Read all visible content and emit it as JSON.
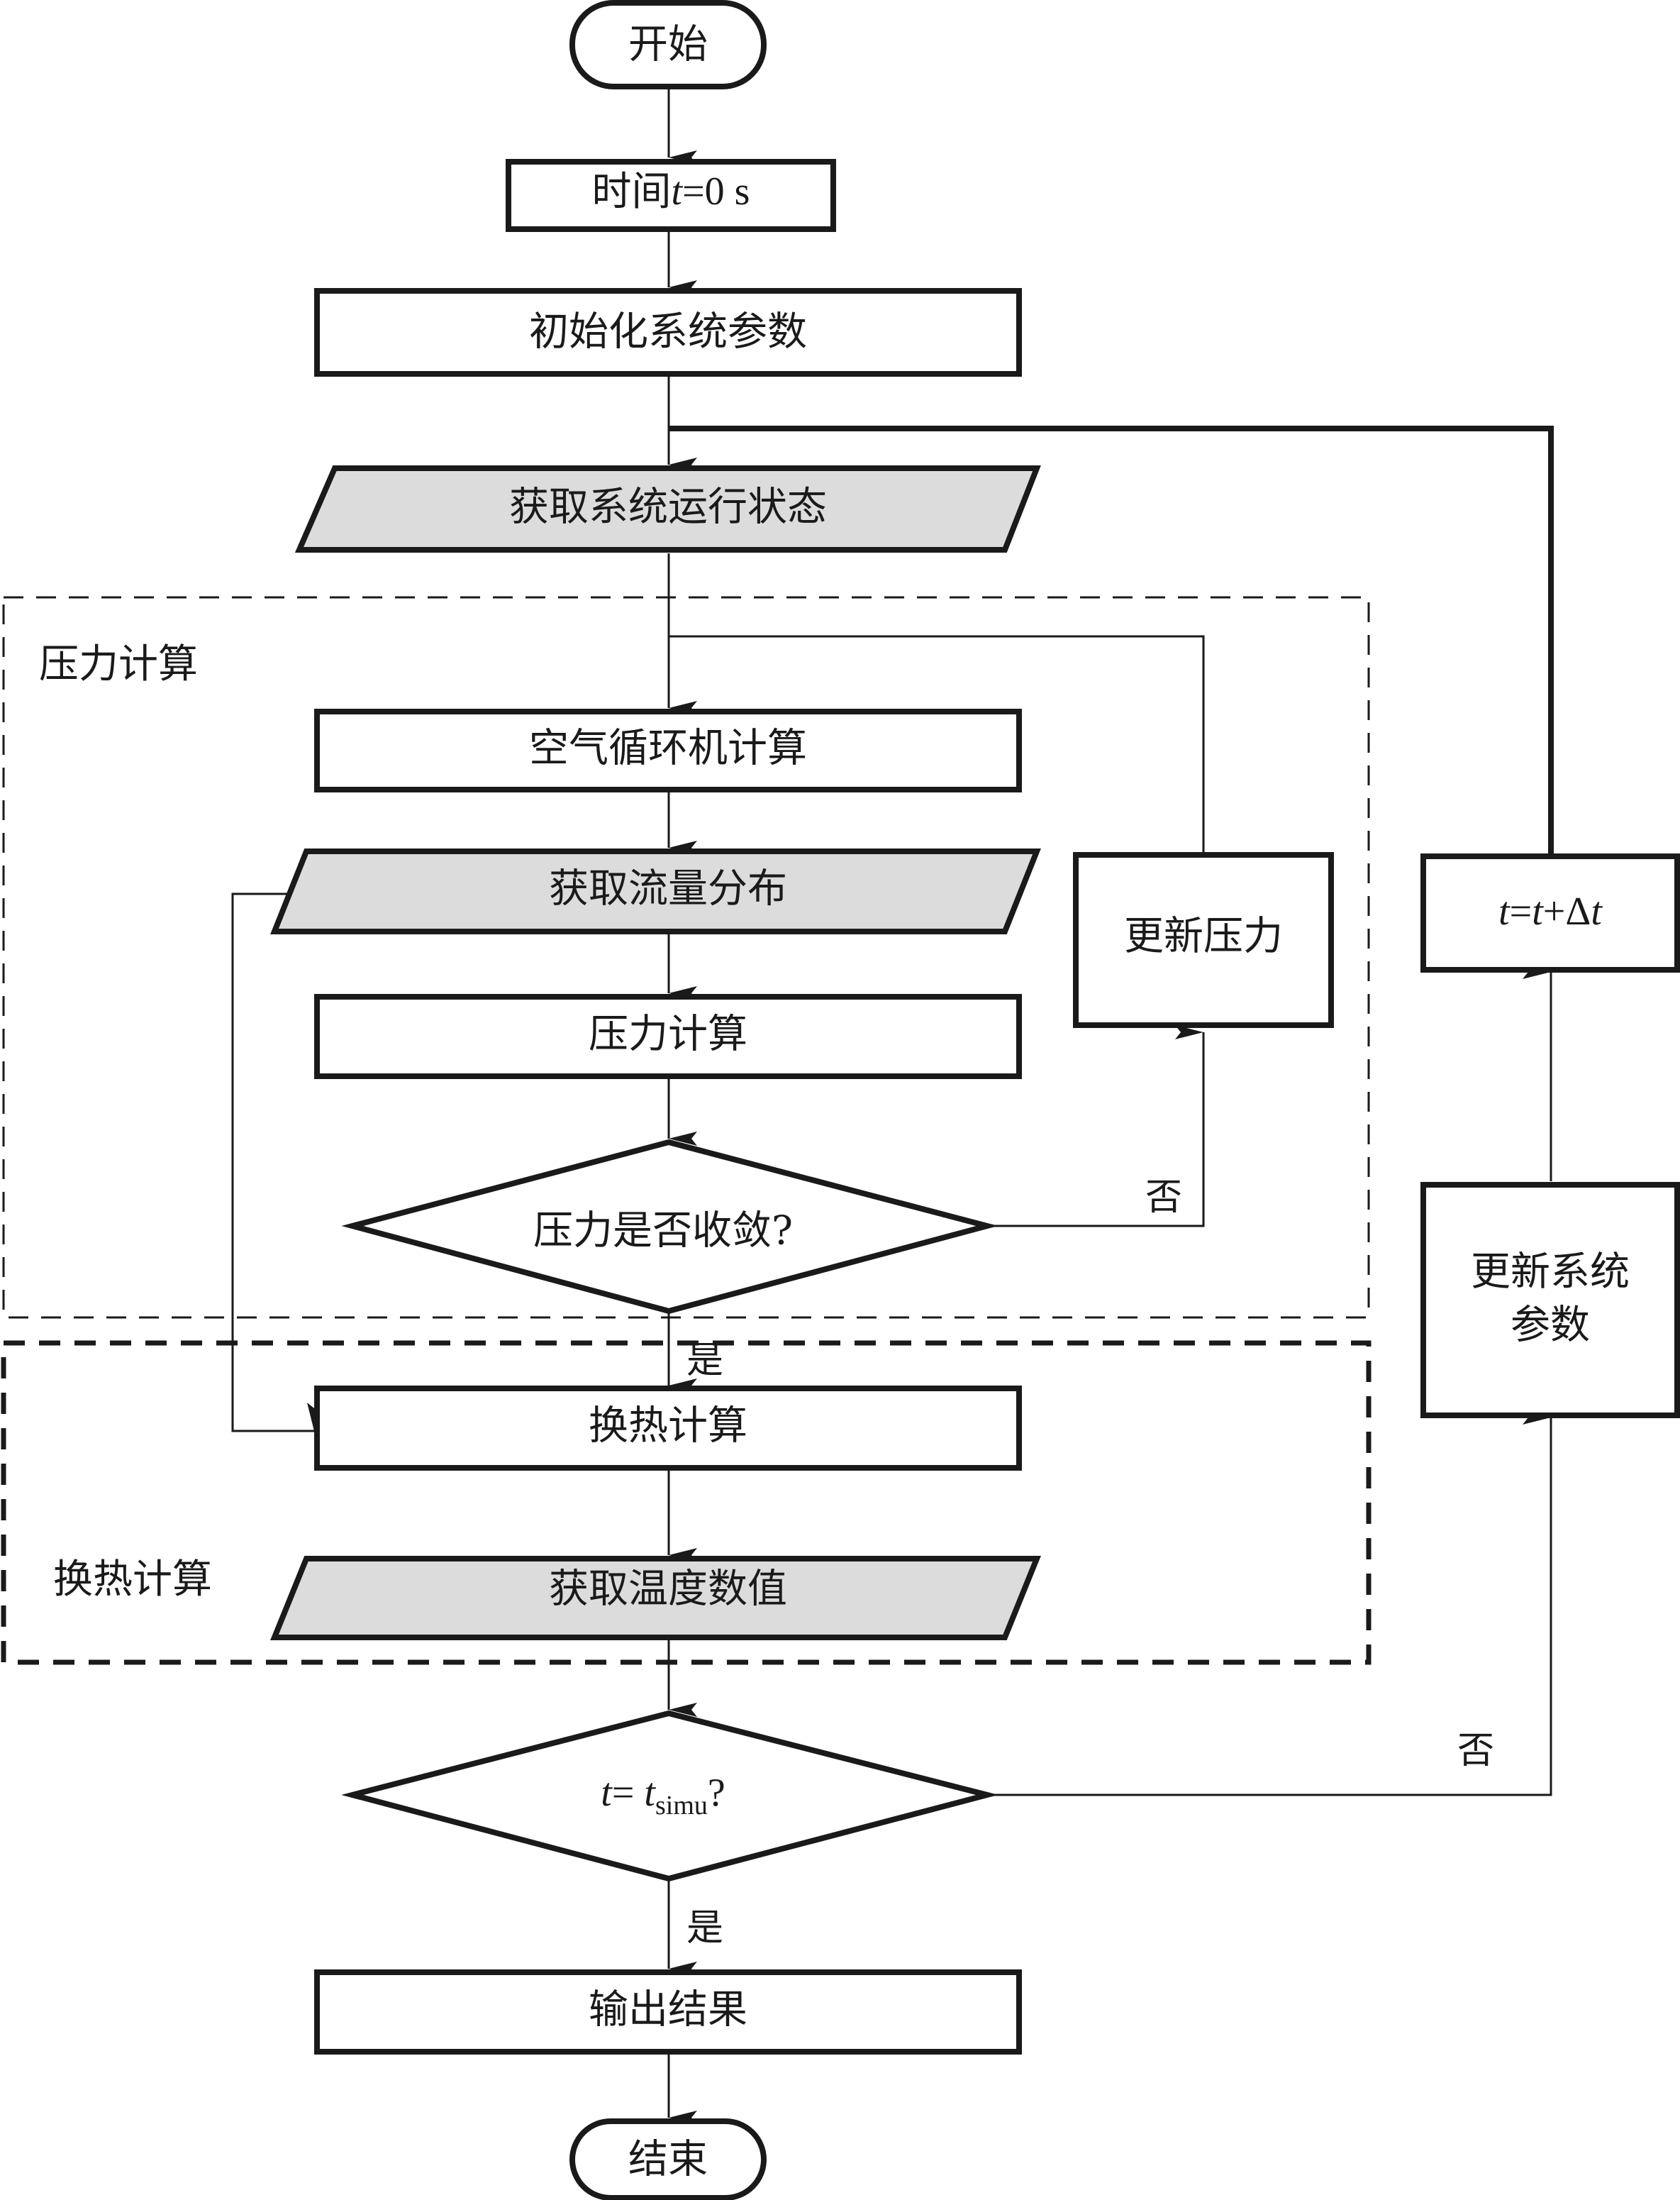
{
  "diagram": {
    "type": "flowchart",
    "nodes": {
      "start": {
        "shape": "terminator",
        "label": "开始"
      },
      "time_init": {
        "shape": "process",
        "label_prefix": "时间",
        "label_var": "t",
        "label_suffix": "=0 s"
      },
      "init_params": {
        "shape": "process",
        "label": "初始化系统参数"
      },
      "get_state": {
        "shape": "io",
        "label": "获取系统运行状态"
      },
      "acm_calc": {
        "shape": "process",
        "label": "空气循环机计算"
      },
      "get_flow": {
        "shape": "io",
        "label": "获取流量分布"
      },
      "pressure_calc": {
        "shape": "process",
        "label": "压力计算"
      },
      "pressure_converge": {
        "shape": "decision",
        "label": "压力是否收敛?"
      },
      "update_pressure": {
        "shape": "process",
        "label": "更新压力"
      },
      "heat_calc": {
        "shape": "process",
        "label": "换热计算"
      },
      "get_temp": {
        "shape": "io",
        "label": "获取温度数值"
      },
      "time_check": {
        "shape": "decision",
        "label_var": "t",
        "label_eq": "= ",
        "label_var2": "t",
        "label_sub": "simu",
        "label_suffix": "?"
      },
      "output": {
        "shape": "process",
        "label": "输出结果"
      },
      "end": {
        "shape": "terminator",
        "label": "结束"
      },
      "update_sys": {
        "shape": "process",
        "label_line1": "更新系统",
        "label_line2": "参数"
      },
      "time_step": {
        "shape": "process",
        "label_var": "t",
        "label_eq": "=",
        "label_var2": "t",
        "label_plus": "+Δ",
        "label_var3": "t"
      }
    },
    "groups": {
      "pressure_group": {
        "label": "压力计算",
        "style": "dashed-thin"
      },
      "heat_group": {
        "label": "换热计算",
        "style": "dashed-thick"
      }
    },
    "edge_labels": {
      "pressure_no": "否",
      "pressure_yes": "是",
      "time_no": "否",
      "time_yes": "是"
    },
    "edges": [
      [
        "start",
        "time_init"
      ],
      [
        "time_init",
        "init_params"
      ],
      [
        "init_params",
        "get_state"
      ],
      [
        "get_state",
        "acm_calc"
      ],
      [
        "acm_calc",
        "get_flow"
      ],
      [
        "get_flow",
        "pressure_calc"
      ],
      [
        "pressure_calc",
        "pressure_converge"
      ],
      [
        "pressure_converge",
        "update_pressure",
        "否"
      ],
      [
        "update_pressure",
        "acm_calc"
      ],
      [
        "pressure_converge",
        "heat_calc",
        "是"
      ],
      [
        "get_flow",
        "heat_calc"
      ],
      [
        "heat_calc",
        "get_temp"
      ],
      [
        "get_temp",
        "time_check"
      ],
      [
        "time_check",
        "update_sys",
        "否"
      ],
      [
        "update_sys",
        "time_step"
      ],
      [
        "time_step",
        "get_state"
      ],
      [
        "time_check",
        "output",
        "是"
      ],
      [
        "output",
        "end"
      ]
    ]
  }
}
